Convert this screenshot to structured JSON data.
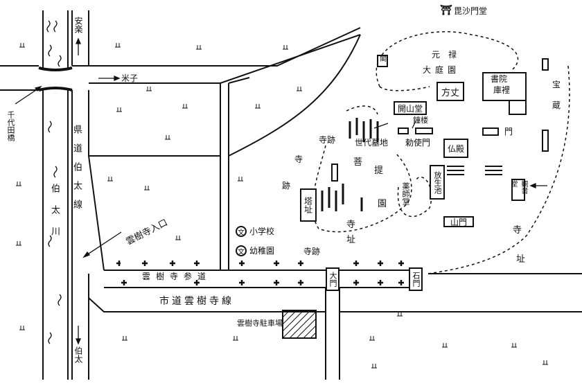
{
  "labels": {
    "bishamondo": "毘沙門堂",
    "anraku": "安楽",
    "yoneko": "米子",
    "sendaihashi": "千代田橋",
    "kendo": "県道伯太線",
    "hakutagawa": "伯太川",
    "iriguchi": "雲樹寺入口",
    "shido": "市道雲樹寺線",
    "sando": "雲樹寺参道",
    "chushajo": "雲樹寺駐車場",
    "hakuta": "伯太",
    "genroku_1": "元　禄",
    "genroku_2": "大庭園",
    "hojo": "方丈",
    "shoin": "書院",
    "kuri": "庫裡",
    "takara": "宝",
    "zo": "蔵",
    "mon": "門",
    "kaisando": "開山堂",
    "shoro": "鐘楼",
    "chokushimon": "勅使門",
    "butsuden": "仏殿",
    "sedaibochi": "世代墓地",
    "jiseki_a": "寺跡",
    "ji_a": "寺",
    "ato_a": "跡",
    "bodai_bo": "菩",
    "bodai_dai": "提",
    "bodai_en": "園",
    "houjou": "放生池",
    "yakushido": "薬師堂",
    "kannondo": "観音堂",
    "tou": "塔址",
    "sanmon": "山門",
    "ji_b": "寺",
    "shi_b": "址",
    "jiseki_c": "寺跡",
    "ji_d": "寺",
    "shi_d": "址",
    "shogakko": "小学校",
    "yochien": "幼稚園",
    "daimon": "大門",
    "sekimon": "石門",
    "gate_small": "閣",
    "school_mark": "文",
    "torii_mark": "⛩"
  }
}
